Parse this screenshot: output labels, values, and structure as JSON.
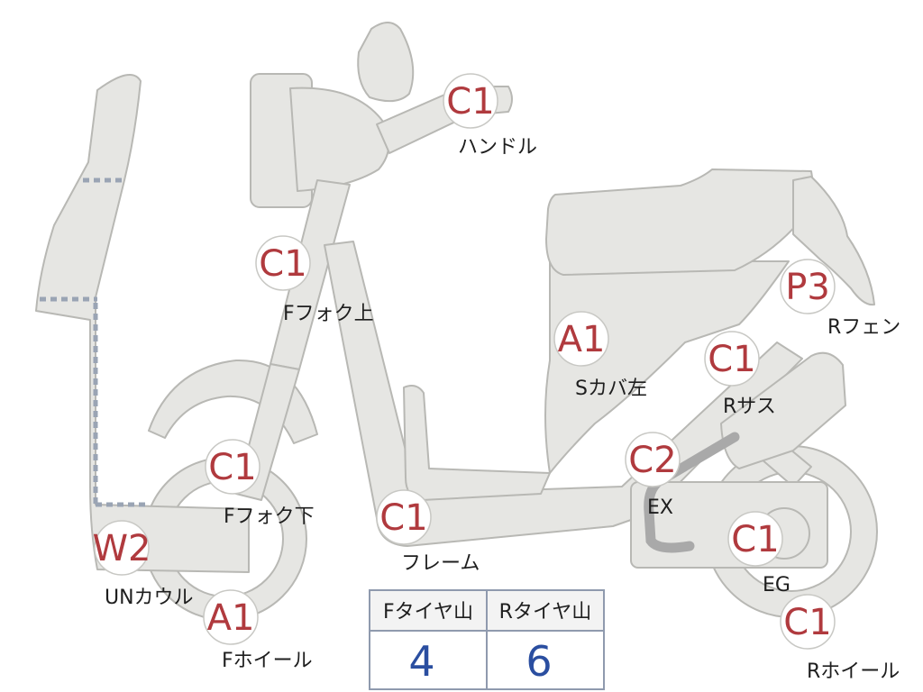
{
  "colors": {
    "body_fill": "#e6e6e3",
    "body_stroke": "#b8b8b4",
    "dashed": "#9aa4b4",
    "grade_text": "#b03a3e",
    "badge_fill": "#ffffff",
    "badge_stroke": "#c8c8c4",
    "label_text": "#1e1e1e",
    "table_border": "#8f9aae",
    "table_header_bg": "#f3f3f3",
    "table_value": "#2a4ea0",
    "exhaust": "#a9a9a9"
  },
  "parts": {
    "handle": {
      "grade": "C1",
      "label": "ハンドル"
    },
    "fork_upper": {
      "grade": "C1",
      "label": "Fフォク上"
    },
    "fork_lower": {
      "grade": "C1",
      "label": "Fフォク下"
    },
    "un_cowl": {
      "grade": "W2",
      "label": "UNカウル"
    },
    "f_wheel": {
      "grade": "A1",
      "label": "Fホイール"
    },
    "frame": {
      "grade": "C1",
      "label": "フレーム"
    },
    "s_cover": {
      "grade": "A1",
      "label": "Sカバ左"
    },
    "r_fender": {
      "grade": "P3",
      "label": "Rフェン"
    },
    "r_suspension": {
      "grade": "C1",
      "label": "Rサス"
    },
    "exhaust": {
      "grade": "C2",
      "label": "EX"
    },
    "engine": {
      "grade": "C1",
      "label": "EG"
    },
    "r_wheel": {
      "grade": "C1",
      "label": "Rホイール"
    }
  },
  "tire_table": {
    "front_header": "Fタイヤ山",
    "rear_header": "Rタイヤ山",
    "front_value": "4",
    "rear_value": "6"
  }
}
